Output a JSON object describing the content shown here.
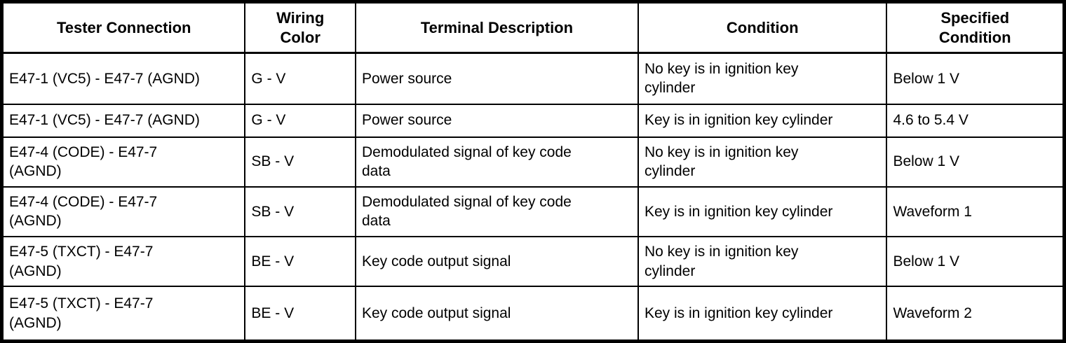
{
  "page": {
    "background_color": "#ffffff",
    "border_color": "#000000",
    "text_color": "#000000"
  },
  "table": {
    "headers": [
      {
        "label": "Tester Connection"
      },
      {
        "label": "Wiring\nColor"
      },
      {
        "label": "Terminal Description"
      },
      {
        "label": "Condition"
      },
      {
        "label": "Specified\nCondition"
      }
    ],
    "rows": [
      {
        "cells": [
          "E47-1 (VC5) - E47-7 (AGND)",
          "G - V",
          "Power source",
          "No key is in ignition key\ncylinder",
          "Below 1 V"
        ]
      },
      {
        "cells": [
          "E47-1 (VC5) - E47-7 (AGND)",
          "G - V",
          "Power source",
          "Key is in ignition key cylinder",
          "4.6 to 5.4 V"
        ]
      },
      {
        "cells": [
          "E47-4 (CODE) - E47-7\n(AGND)",
          "SB - V",
          "Demodulated signal of key code\ndata",
          "No key is in ignition key\ncylinder",
          "Below 1 V"
        ]
      },
      {
        "cells": [
          "E47-4 (CODE) - E47-7\n(AGND)",
          "SB - V",
          "Demodulated signal of key code\ndata",
          "Key is in ignition key cylinder",
          "Waveform 1"
        ]
      },
      {
        "cells": [
          "E47-5 (TXCT) - E47-7\n(AGND)",
          "BE - V",
          "Key code output signal",
          "No key is in ignition key\ncylinder",
          "Below 1 V"
        ]
      },
      {
        "cells": [
          "E47-5 (TXCT) - E47-7\n(AGND)",
          "BE - V",
          "Key code output signal",
          "Key is in ignition key cylinder",
          "Waveform 2"
        ]
      }
    ]
  }
}
